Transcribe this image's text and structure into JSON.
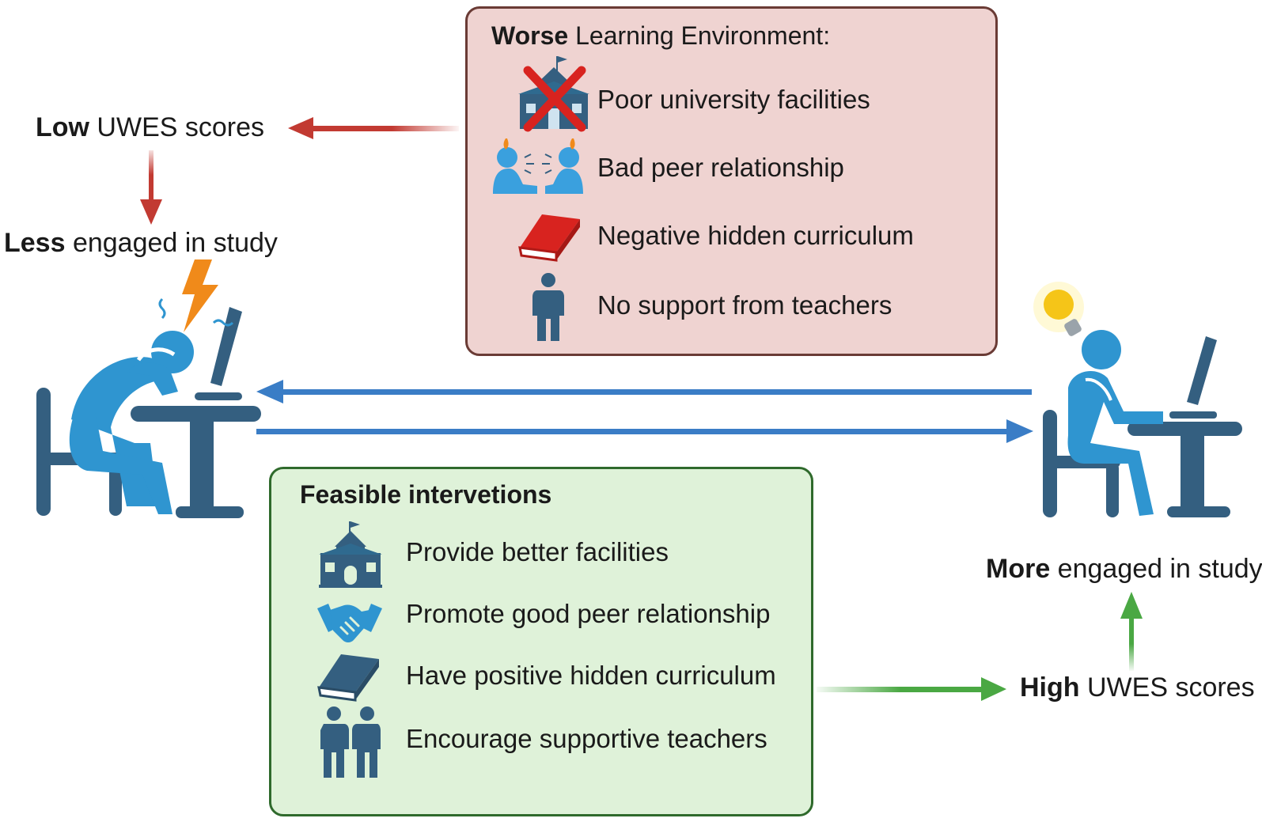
{
  "worse_box": {
    "title_bold": "Worse",
    "title_rest": " Learning Environment:",
    "items": [
      {
        "text": "Poor university facilities",
        "icon": "crossed-school-icon"
      },
      {
        "text": "Bad peer relationship",
        "icon": "arguing-people-icon"
      },
      {
        "text": "Negative hidden curriculum",
        "icon": "red-book-icon"
      },
      {
        "text": "No support from teachers",
        "icon": "teacher-figure-icon"
      }
    ]
  },
  "feasible_box": {
    "title": "Feasible intervetions",
    "items": [
      {
        "text": "Provide better  facilities",
        "icon": "school-icon"
      },
      {
        "text": "Promote good peer relationship",
        "icon": "handshake-icon"
      },
      {
        "text": "Have positive hidden curriculum",
        "icon": "book-icon"
      },
      {
        "text": "Encourage supportive teachers",
        "icon": "two-people-icon"
      }
    ]
  },
  "left": {
    "scores_bold": "Low",
    "scores_rest": " UWES scores",
    "engaged_bold": "Less",
    "engaged_rest": " engaged in study"
  },
  "right": {
    "engaged_bold": "More",
    "engaged_rest": " engaged in study",
    "scores_bold": "High",
    "scores_rest": " UWES scores"
  },
  "colors": {
    "red_arrow": "#c23a32",
    "blue_arrow": "#3a7dc6",
    "green_arrow": "#4aa843",
    "figure_blue": "#2f95d0",
    "furniture": "#345f80"
  }
}
